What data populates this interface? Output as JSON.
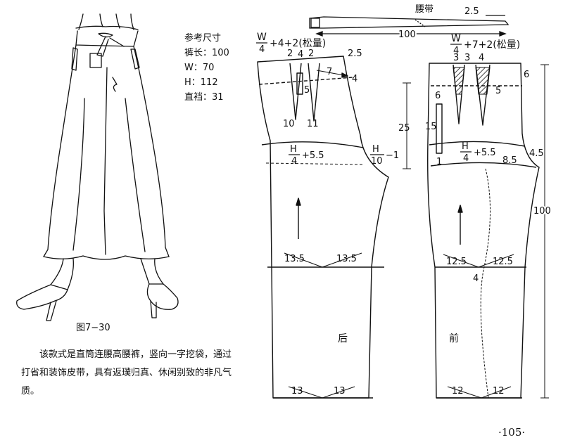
{
  "specs": {
    "title": "参考尺寸",
    "length": "裤长：100",
    "waist": "W：70",
    "hip": "H：112",
    "crotch": "直裆：31"
  },
  "figure_caption": "图7−30",
  "description": "该款式是直筒连腰高腰裤，竖向一字挖袋，通过打省和装饰皮带，具有返璞归真、休闲别致的非凡气质。",
  "page_number": "·105·",
  "belt": {
    "label": "腰带",
    "width": "2.5",
    "length": "100"
  },
  "back_piece": {
    "label": "后",
    "waist_formula_w": "W",
    "waist_formula_den": "4",
    "waist_formula_rest": "+4+2(松量)",
    "dart_width_1": "2",
    "dart_width_2": "4",
    "dart_width_3": "2",
    "raise": "2.5",
    "pocket_angle": "7",
    "side_drop": "4",
    "pocket_width": "5",
    "dart_len_1": "10",
    "dart_len_2": "11",
    "hip_formula_h": "H",
    "hip_formula_den": "4",
    "hip_formula_rest": "+5.5",
    "crotch_h": "H",
    "crotch_den": "10",
    "crotch_rest": "−1",
    "knee_left": "13.5",
    "knee_right": "13.5",
    "hem_left": "13",
    "hem_right": "13"
  },
  "front_piece": {
    "label": "前",
    "waist_formula_w": "W",
    "waist_formula_den": "4",
    "waist_formula_rest": "+7+2(松量)",
    "dart_width_1": "3",
    "dart_width_2": "3",
    "dart_width_3": "4",
    "side_offset": "6",
    "pocket_width": "5",
    "pocket_top": "6",
    "pocket_length": "15",
    "pocket_bottom": "1",
    "hip_formula_h": "H",
    "hip_formula_den": "4",
    "hip_formula_rest": "+5.5",
    "crotch_ext_1": "8.5",
    "crotch_ext_2": "4.5",
    "knee_left": "12.5",
    "knee_right": "12.5",
    "crease_offset": "4",
    "hem_left": "12",
    "hem_right": "12",
    "rise_depth": "25",
    "total_length": "100"
  }
}
